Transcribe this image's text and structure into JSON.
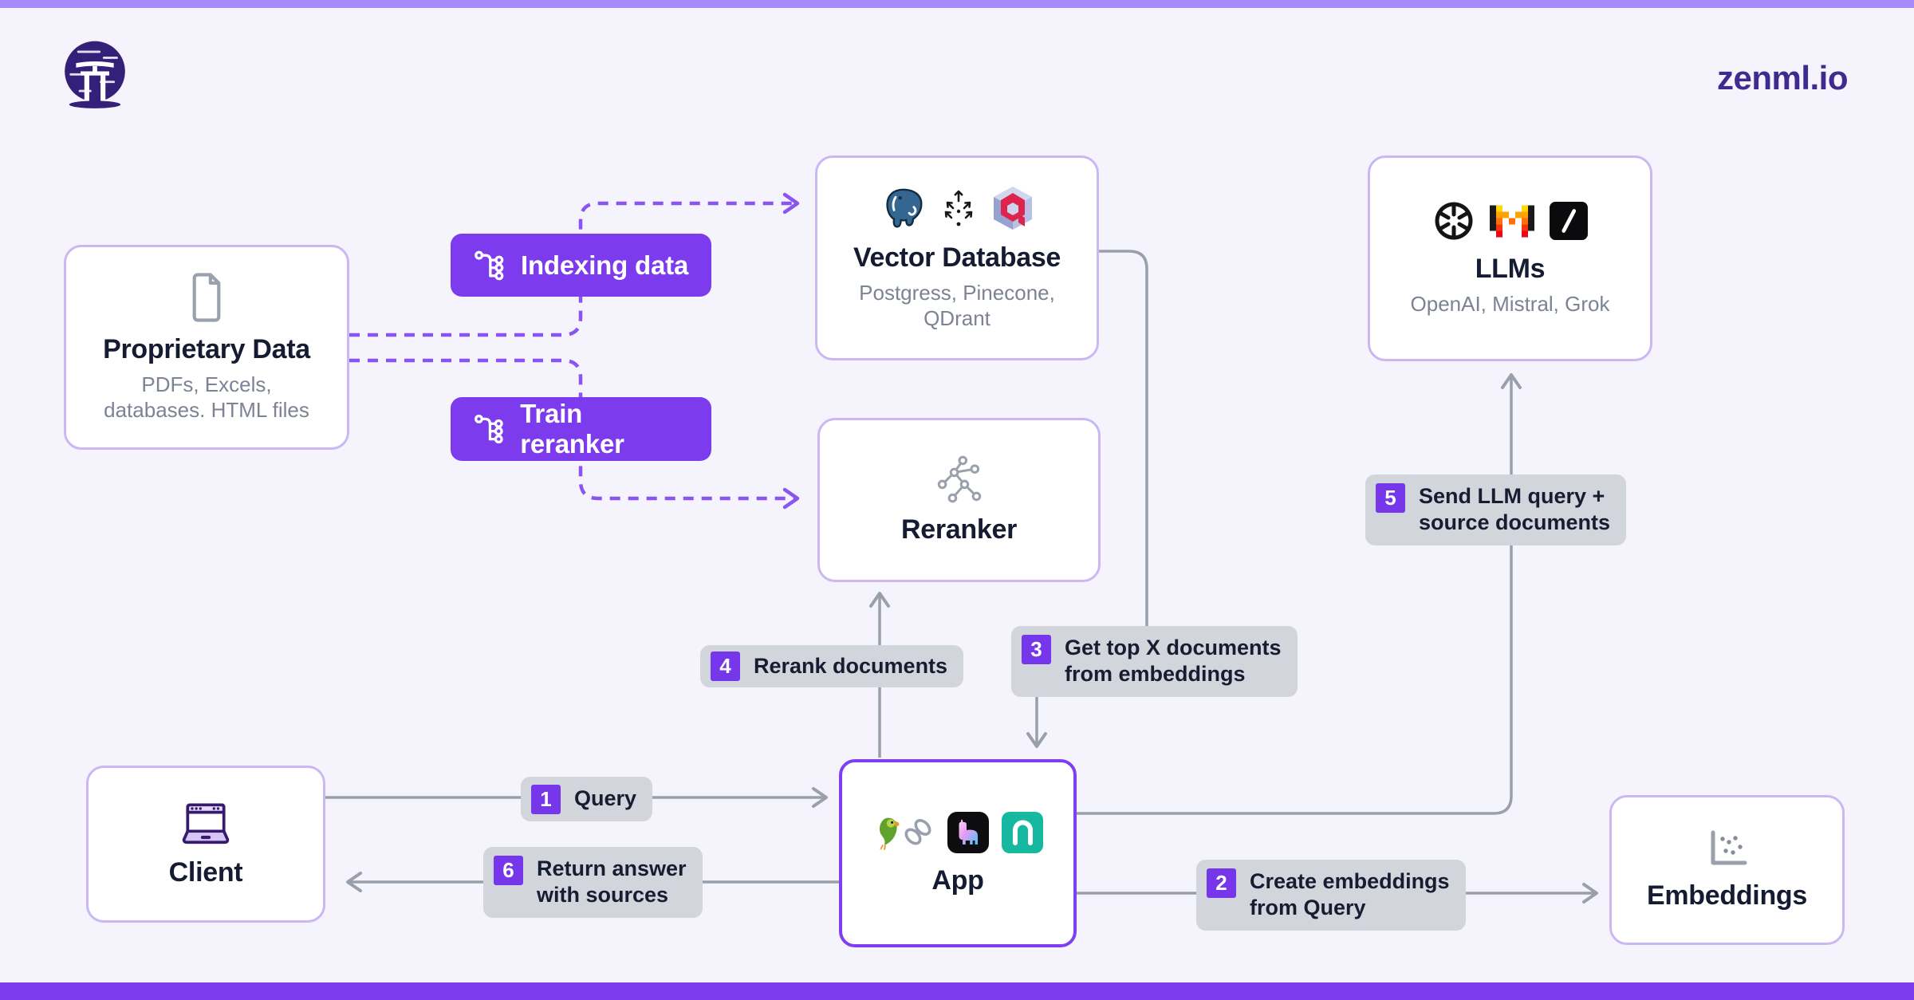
{
  "header": {
    "site": "zenml.io"
  },
  "nodes": {
    "proprietary": {
      "title": "Proprietary Data",
      "subtitle": "PDFs, Excels,\ndatabases. HTML files",
      "icon": "document-icon"
    },
    "vector_db": {
      "title": "Vector Database",
      "subtitle": "Postgress, Pinecone,\nQDrant",
      "icons": [
        "postgresql-icon",
        "pinecone-icon",
        "qdrant-icon"
      ]
    },
    "llms": {
      "title": "LLMs",
      "subtitle": "OpenAI, Mistral, Grok",
      "icons": [
        "openai-icon",
        "mistral-icon",
        "grok-icon"
      ]
    },
    "reranker": {
      "title": "Reranker",
      "icon": "graph-tree-icon"
    },
    "app": {
      "title": "App",
      "icons": [
        "langchain-parrot-link-icon",
        "llamaindex-icon",
        "teal-a-icon"
      ]
    },
    "client": {
      "title": "Client",
      "icon": "laptop-icon"
    },
    "embeddings": {
      "title": "Embeddings",
      "icon": "scatter-plot-icon"
    }
  },
  "pipelines": {
    "indexing": {
      "label": "Indexing data",
      "icon": "pipeline-icon"
    },
    "train": {
      "label": "Train reranker",
      "icon": "pipeline-icon"
    }
  },
  "steps": {
    "s1": {
      "num": "1",
      "text": "Query"
    },
    "s2": {
      "num": "2",
      "text": "Create embeddings\nfrom Query"
    },
    "s3": {
      "num": "3",
      "text": "Get top X documents\nfrom embeddings"
    },
    "s4": {
      "num": "4",
      "text": "Rerank documents"
    },
    "s5": {
      "num": "5",
      "text": "Send LLM query +\nsource documents"
    },
    "s6": {
      "num": "6",
      "text": "Return answer\nwith sources"
    }
  },
  "colors": {
    "accent_purple": "#7c3bec",
    "dashed_purple": "#8a5cf5",
    "connector_gray": "#99a0ac",
    "label_bg": "#d3d5dd",
    "brand_text": "#3f2b8e"
  }
}
